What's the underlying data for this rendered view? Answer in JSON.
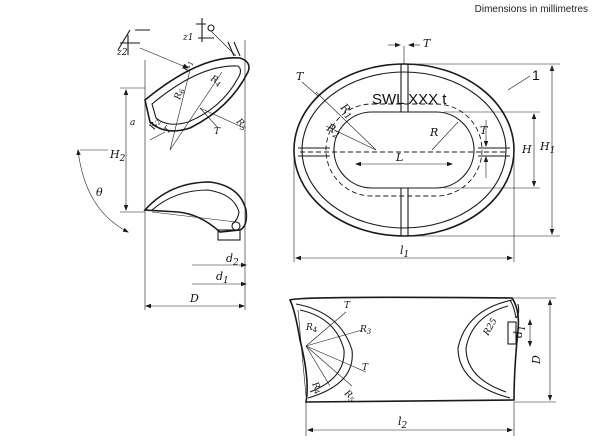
{
  "header": {
    "units_note": "Dimensions in millimetres"
  },
  "symbols": {
    "z1": "z1",
    "z2": "z2"
  },
  "callouts": {
    "item_1": "1"
  },
  "marking": {
    "swl_text": "SWL XXX t"
  },
  "side_view": {
    "labels": {
      "R1": "R",
      "R1_sub": "1",
      "R2": "R",
      "R2_sub": "2",
      "R4": "R",
      "R4_sub": "4",
      "R5": "R",
      "R5_sub": "5",
      "R6": "R",
      "R6_sub": "6",
      "T": "T",
      "a": "a",
      "H2": "H",
      "H2_sub": "2",
      "theta": "θ",
      "d2": "d",
      "d2_sub": "2",
      "d1": "d",
      "d1_sub": "1",
      "D": "D"
    }
  },
  "plan_view": {
    "labels": {
      "T_top": "T",
      "T_left": "T",
      "R1": "R",
      "R1_sub": "1",
      "R2": "R",
      "R2_sub": "2",
      "R": "R",
      "T_right": "T",
      "L": "L",
      "H": "H",
      "H1": "H",
      "H1_sub": "1",
      "l1": "l",
      "l1_sub": "1"
    }
  },
  "section_view": {
    "labels": {
      "R4": "R",
      "R4_sub": "4",
      "T_a": "T",
      "R3": "R",
      "R3_sub": "3",
      "T_b": "T",
      "R4b": "R",
      "R4b_sub": "4",
      "R5": "R",
      "R5_sub": "5",
      "R25": "R25",
      "d1": "d",
      "d1_sub": "1",
      "D": "D",
      "l2": "l",
      "l2_sub": "2"
    }
  }
}
